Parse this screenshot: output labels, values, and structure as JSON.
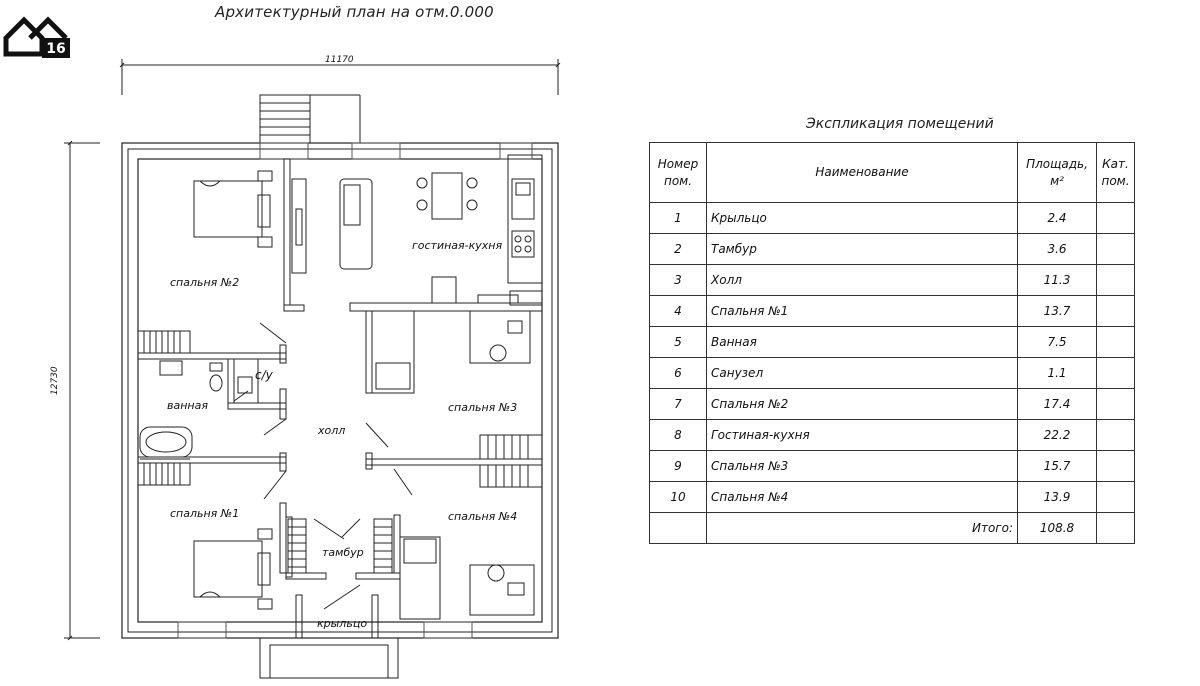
{
  "plan": {
    "title": "Архитектурный план на отм.0.000",
    "dim_width": "11170",
    "dim_height": "12730",
    "logo_text": "16",
    "rooms": {
      "bedroom2": "спальня №2",
      "living": "гостиная-кухня",
      "bath": "ванная",
      "wc": "с/у",
      "hall": "холл",
      "bedroom3": "спальня №3",
      "bedroom1": "спальня №1",
      "bedroom4": "спальня №4",
      "vestibule": "тамбур",
      "porch": "крыльцо"
    }
  },
  "explication": {
    "title": "Экспликация помещений",
    "headers": {
      "number": [
        "Номер",
        "пом."
      ],
      "name": "Наименование",
      "area": [
        "Площадь,",
        "м²"
      ],
      "category": [
        "Кат.",
        "пом."
      ]
    },
    "rows": [
      {
        "num": "1",
        "name": "Крыльцо",
        "area": "2.4"
      },
      {
        "num": "2",
        "name": "Тамбур",
        "area": "3.6"
      },
      {
        "num": "3",
        "name": "Холл",
        "area": "11.3"
      },
      {
        "num": "4",
        "name": "Спальня №1",
        "area": "13.7"
      },
      {
        "num": "5",
        "name": "Ванная",
        "area": "7.5"
      },
      {
        "num": "6",
        "name": "Санузел",
        "area": "1.1"
      },
      {
        "num": "7",
        "name": "Спальня №2",
        "area": "17.4"
      },
      {
        "num": "8",
        "name": "Гостиная-кухня",
        "area": "22.2"
      },
      {
        "num": "9",
        "name": "Спальня №3",
        "area": "15.7"
      },
      {
        "num": "10",
        "name": "Спальня №4",
        "area": "13.9"
      }
    ],
    "total_label": "Итого:",
    "total_value": "108.8"
  }
}
